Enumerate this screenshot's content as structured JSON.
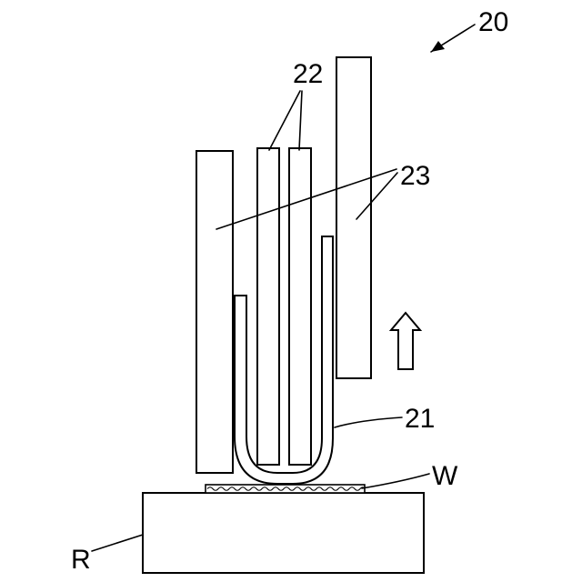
{
  "labels": {
    "assembly": "20",
    "holder": "21",
    "blades": "22",
    "guides": "23",
    "workpiece": "W",
    "stage": "R"
  }
}
